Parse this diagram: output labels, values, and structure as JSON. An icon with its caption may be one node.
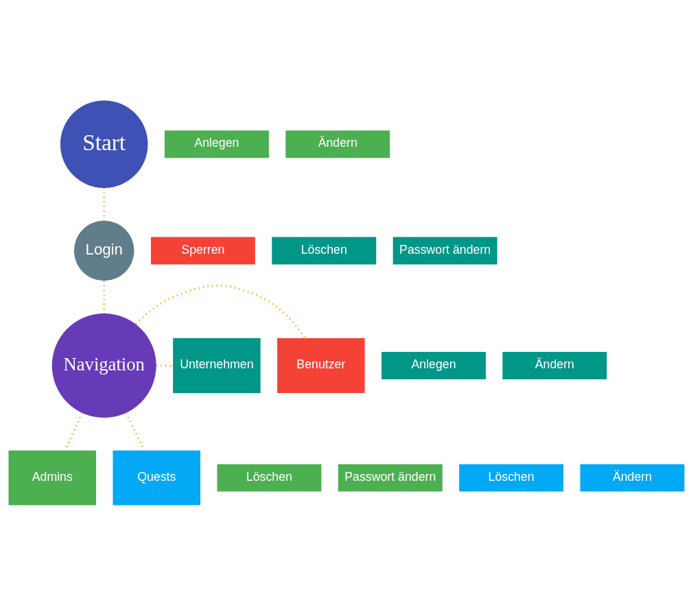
{
  "diagram": {
    "nodes": [
      {
        "text": [
          "Start"
        ]
      },
      {
        "text": [
          "Login"
        ]
      },
      {
        "text": [
          "Navigation"
        ]
      },
      {
        "text": [
          "Benutzer"
        ]
      },
      {
        "text": [
          "Unternehmen"
        ]
      },
      {
        "text": [
          "Admins"
        ]
      },
      {
        "text": [
          "Quests"
        ]
      },
      {
        "text": [
          "Sperren"
        ]
      },
      {
        "text": [
          "Löschen"
        ]
      },
      {
        "text": [
          "Passwort ändern"
        ]
      },
      {
        "text": [
          "Anlegen"
        ]
      },
      {
        "text": [
          "Ändern"
        ]
      },
      {
        "text": [
          "Löschen"
        ]
      },
      {
        "text": [
          "Passwort ändern"
        ]
      },
      {
        "text": [
          "Anlegen"
        ]
      },
      {
        "text": [
          "Ändern"
        ]
      },
      {
        "text": [
          "Löschen"
        ]
      },
      {
        "text": [
          "Ändern"
        ]
      }
    ],
    "edges": [
      {
        "from": 0,
        "to": 1,
        "arrow": "none"
      },
      {
        "from": 1,
        "to": 2,
        "arrow": "none"
      },
      {
        "from": 2,
        "to": 3,
        "arrow": "none"
      },
      {
        "from": 2,
        "to": 4,
        "arrow": "none"
      },
      {
        "from": 2,
        "to": 5,
        "arrow": "none"
      },
      {
        "from": 2,
        "to": 6,
        "arrow": "none"
      }
    ]
  }
}
